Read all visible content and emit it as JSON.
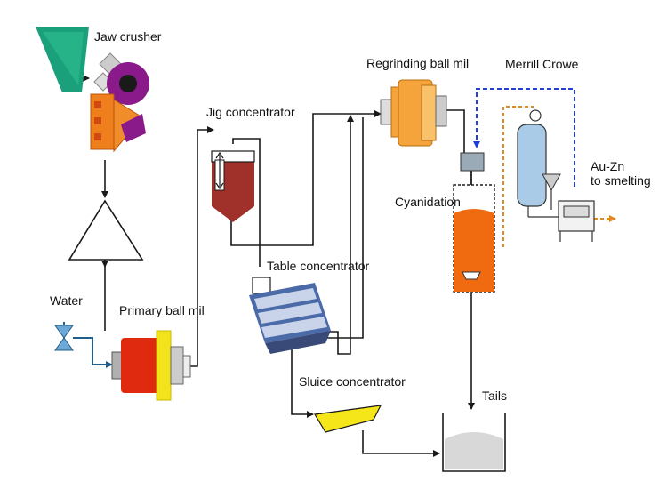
{
  "labels": {
    "jaw_crusher": "Jaw crusher",
    "jig_concentrator": "Jig concentrator",
    "regrinding_ball_mill": "Regrinding ball mil",
    "merrill_crowe": "Merrill Crowe",
    "cyanidation": "Cyanidation",
    "au_zn_line1": "Au-Zn",
    "au_zn_line2": "to smelting",
    "table_concentrator": "Table concentrator",
    "water": "Water",
    "primary_ball_mill": "Primary ball mil",
    "sluice_concentrator": "Sluice concentrator",
    "tails": "Tails"
  },
  "colors": {
    "flow_line": "#1a1a1a",
    "water_line": "#1f5f8b",
    "merrill_line": "#1f3fd6",
    "orange_line": "#e08a20",
    "mill_orange": "#f4a43a",
    "mill_red": "#e02a10",
    "mill_yellow": "#f2e31c",
    "jaw_green": "#1aa07a",
    "jaw_purple": "#8a1a8a",
    "jig_tank": "#a0302a",
    "tank_orange": "#f06a10",
    "merrill_blue": "#a9cbe8",
    "table_blue": "#4a6aa8"
  },
  "icons": [
    "hopper-icon",
    "jaw-crusher-icon",
    "cone-crusher-icon",
    "ball-mill-icon",
    "jig-icon",
    "shaking-table-icon",
    "sluice-icon",
    "agitation-tank-icon",
    "filter-press-icon",
    "valve-icon",
    "tails-pond-icon"
  ]
}
